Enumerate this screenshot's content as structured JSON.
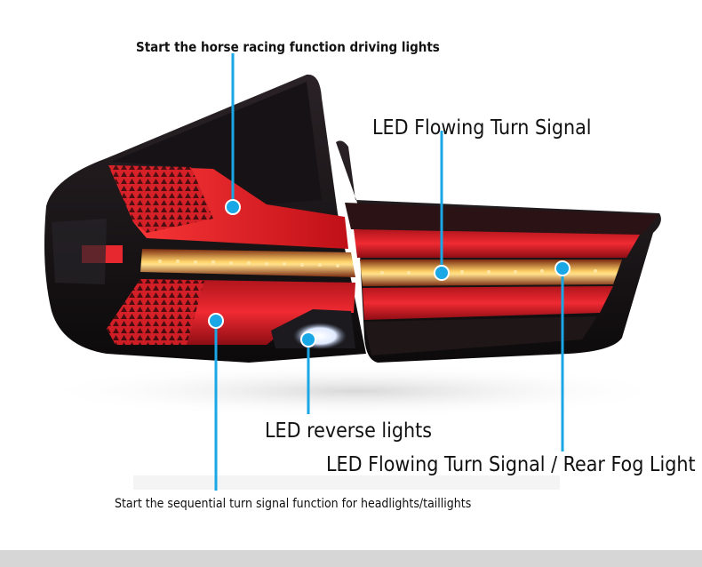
{
  "callouts": {
    "racing_lights": "Start the horse racing function driving lights",
    "flowing_turn": "LED Flowing Turn Signal",
    "reverse": "LED reverse lights",
    "flowing_fog": "LED Flowing Turn Signal / Rear Fog Light",
    "sequential": "Start the sequential turn signal function for headlights/taillights"
  },
  "colors": {
    "marker": "#1aa7e6",
    "lamp_red": "#e4202a",
    "amber": "#ffc65a",
    "housing": "#1a1416"
  }
}
